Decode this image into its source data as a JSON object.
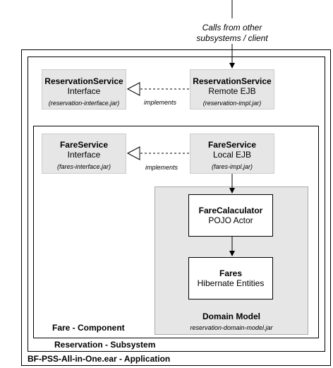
{
  "callout": {
    "line1": "Calls from other",
    "line2": "subsystems / client"
  },
  "containers": {
    "application_label": "BF-PSS-All-in-One.ear - Application",
    "subsystem_label": "Reservation - Subsystem",
    "component_label": "Fare - Component",
    "domain_model_title": "Domain Model",
    "domain_model_jar": "reservation-domain-model.jar"
  },
  "boxes": {
    "reservation_interface": {
      "title": "ReservationService",
      "subtitle": "Interface",
      "jar": "(reservation-interface.jar)"
    },
    "reservation_remote": {
      "title": "ReservationService",
      "subtitle": "Remote EJB",
      "jar": "(reservation-impl.jar)"
    },
    "fare_interface": {
      "title": "FareService",
      "subtitle": "Interface",
      "jar": "(fares-interface.jar)"
    },
    "fare_local": {
      "title": "FareService",
      "subtitle": "Local EJB",
      "jar": "(fares-impl.jar)"
    },
    "fare_calculator": {
      "title": "FareCalaculator",
      "subtitle": "POJO Actor"
    },
    "fares": {
      "title": "Fares",
      "subtitle": "Hibernate Entities"
    }
  },
  "edges": {
    "implements_1": "implements",
    "implements_2": "implements"
  },
  "colors": {
    "box_fill": "#e6e6e6",
    "line": "#000000"
  }
}
